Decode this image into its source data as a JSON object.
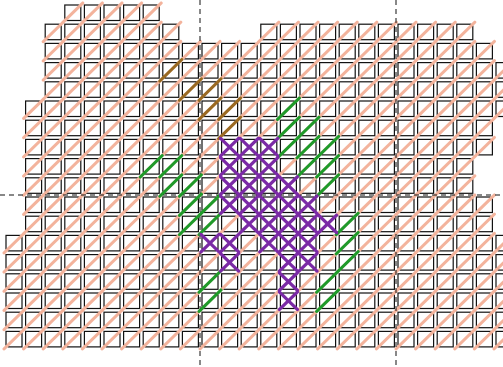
{
  "colors": {
    "background_stitch": "#f3b39c",
    "cell_outline": "#111111",
    "guide_line": "#111111",
    "brown_stitch": "#9a6a22",
    "green_stitch": "#1f9a2a",
    "purple_stitch": "#7a2aa6"
  },
  "pattern": {
    "type": "cross-stitch-chart",
    "rows": [
      {
        "row": 0,
        "spans": [
          [
            3,
            7
          ]
        ]
      },
      {
        "row": 1,
        "spans": [
          [
            2,
            8
          ],
          [
            13,
            23
          ]
        ]
      },
      {
        "row": 2,
        "spans": [
          [
            2,
            24
          ]
        ]
      },
      {
        "row": 3,
        "spans": [
          [
            2,
            25
          ]
        ]
      },
      {
        "row": 4,
        "spans": [
          [
            2,
            25
          ]
        ]
      },
      {
        "row": 5,
        "spans": [
          [
            1,
            25
          ]
        ]
      },
      {
        "row": 6,
        "spans": [
          [
            1,
            24
          ]
        ]
      },
      {
        "row": 7,
        "spans": [
          [
            1,
            24
          ]
        ]
      },
      {
        "row": 8,
        "spans": [
          [
            1,
            23
          ]
        ]
      },
      {
        "row": 9,
        "spans": [
          [
            1,
            23
          ]
        ]
      },
      {
        "row": 10,
        "spans": [
          [
            1,
            24
          ]
        ]
      },
      {
        "row": 11,
        "spans": [
          [
            1,
            24
          ]
        ]
      },
      {
        "row": 12,
        "spans": [
          [
            0,
            25
          ]
        ]
      },
      {
        "row": 13,
        "spans": [
          [
            0,
            25
          ]
        ]
      },
      {
        "row": 14,
        "spans": [
          [
            0,
            25
          ]
        ]
      },
      {
        "row": 15,
        "spans": [
          [
            0,
            25
          ]
        ]
      },
      {
        "row": 16,
        "spans": [
          [
            0,
            25
          ]
        ]
      },
      {
        "row": 17,
        "spans": [
          [
            0,
            25
          ]
        ]
      }
    ],
    "guide_rows": [
      10
    ],
    "guide_cols": [
      10,
      20
    ],
    "motif": {
      "brown_half_stitches": [
        [
          3,
          8
        ],
        [
          4,
          9
        ],
        [
          4,
          10
        ],
        [
          5,
          10
        ],
        [
          5,
          11
        ],
        [
          6,
          11
        ]
      ],
      "green_half_stitches": [
        [
          5,
          14
        ],
        [
          6,
          14
        ],
        [
          6,
          15
        ],
        [
          7,
          14
        ],
        [
          7,
          15
        ],
        [
          7,
          16
        ],
        [
          8,
          7
        ],
        [
          8,
          8
        ],
        [
          8,
          15
        ],
        [
          8,
          16
        ],
        [
          9,
          8
        ],
        [
          9,
          9
        ],
        [
          9,
          16
        ],
        [
          10,
          9
        ],
        [
          10,
          10
        ],
        [
          11,
          9
        ],
        [
          11,
          10
        ],
        [
          11,
          17
        ],
        [
          12,
          17
        ],
        [
          13,
          17
        ],
        [
          14,
          10
        ],
        [
          14,
          16
        ],
        [
          15,
          10
        ],
        [
          15,
          16
        ]
      ],
      "purple_cross_stitches": [
        [
          7,
          11
        ],
        [
          7,
          12
        ],
        [
          7,
          13
        ],
        [
          8,
          11
        ],
        [
          8,
          12
        ],
        [
          8,
          13
        ],
        [
          9,
          11
        ],
        [
          9,
          12
        ],
        [
          9,
          13
        ],
        [
          9,
          14
        ],
        [
          10,
          11
        ],
        [
          10,
          12
        ],
        [
          10,
          13
        ],
        [
          10,
          14
        ],
        [
          10,
          15
        ],
        [
          11,
          12
        ],
        [
          11,
          13
        ],
        [
          11,
          14
        ],
        [
          11,
          15
        ],
        [
          11,
          16
        ],
        [
          12,
          10
        ],
        [
          12,
          11
        ],
        [
          12,
          13
        ],
        [
          12,
          14
        ],
        [
          12,
          15
        ],
        [
          13,
          11
        ],
        [
          13,
          14
        ],
        [
          13,
          15
        ],
        [
          14,
          14
        ],
        [
          15,
          14
        ]
      ]
    }
  }
}
